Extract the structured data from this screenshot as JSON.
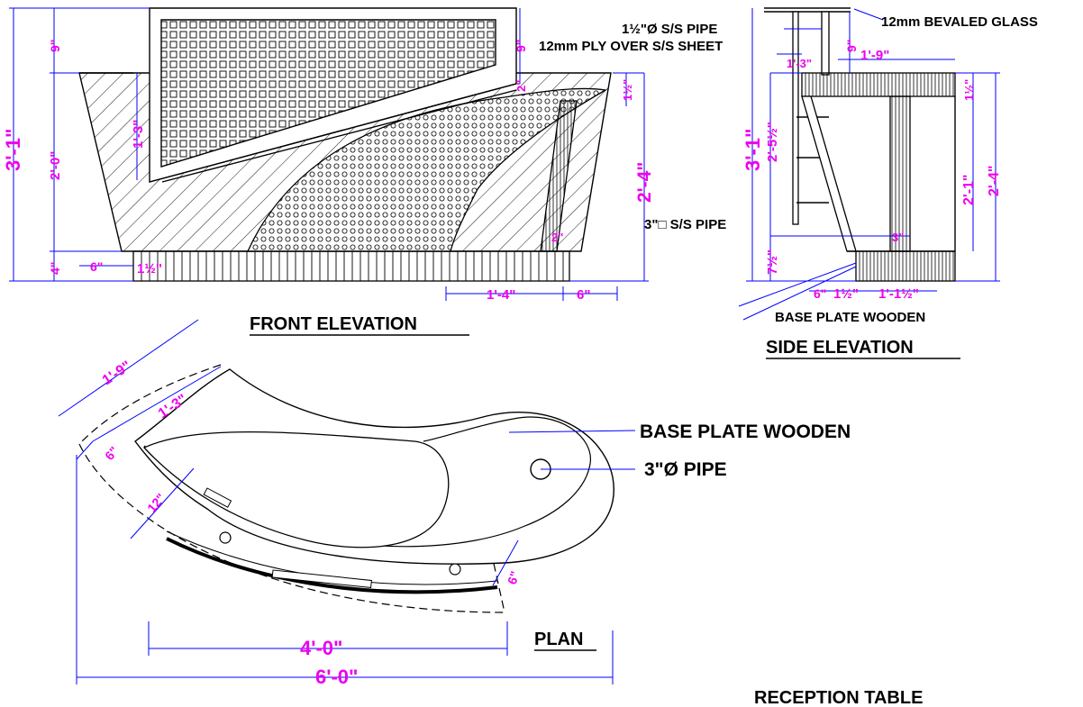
{
  "colors": {
    "dimension_text": "#ee00ee",
    "dimension_line": "#0000ff",
    "linework": "#000000",
    "background": "#ffffff"
  },
  "titles": {
    "front": "FRONT ELEVATION",
    "side": "SIDE ELEVATION",
    "plan": "PLAN",
    "sheet": "RECEPTION TABLE"
  },
  "notes": {
    "ss_pipe_top": "1½\"Ø S/S PIPE",
    "ply_over_sheet": "12mm PLY OVER S/S SHEET",
    "bevaled_glass": "12mm BEVALED GLASS",
    "ss_pipe_square": "3\"□ S/S PIPE",
    "base_plate_side": "BASE PLATE WOODEN",
    "base_plate_plan": "BASE PLATE WOODEN",
    "pipe_plan": "3\"Ø PIPE"
  },
  "front_dims": {
    "overall_h": "3'-1\"",
    "top_9": "9\"",
    "body_20": "2'-0\"",
    "base_4": "4\"",
    "inner_13": "1'-3\"",
    "right_9": "9\"",
    "right_2": "2\"",
    "right_12": "1½\"",
    "right_24": "2'-4\"",
    "left_6": "6\"",
    "left_1half": "1½\"",
    "leg_2": "2\"",
    "bottom_14": "1'-4\"",
    "bottom_6": "6\""
  },
  "side_dims": {
    "overall_h": "3'-1\"",
    "h_2_5half": "2'-5½\"",
    "h_7half": "7½\"",
    "top_9": "9\"",
    "top_1_3": "1'-3\"",
    "top_1_9": "1'-9\"",
    "r_1half": "1½\"",
    "r_2_1": "2'-1\"",
    "r_2_4": "2'-4\"",
    "mid_3": "3\"",
    "b_6": "6\"",
    "b_1half": "1½\"",
    "b_1_1half": "1'-1½\""
  },
  "plan_dims": {
    "d_1_9": "1'-9\"",
    "d_1_3": "1'-3\"",
    "d_6": "6\"",
    "d_12": "12\"",
    "d_6b": "6\"",
    "d_4_0": "4'-0\"",
    "d_6_0": "6'-0\""
  }
}
